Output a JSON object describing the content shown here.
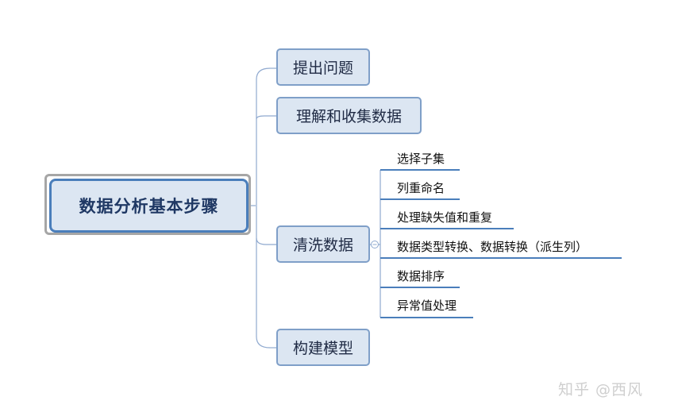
{
  "root": {
    "label": "数据分析基本步骤"
  },
  "branches": [
    {
      "label": "提出问题"
    },
    {
      "label": "理解和收集数据"
    },
    {
      "label": "清洗数据"
    },
    {
      "label": "构建模型"
    }
  ],
  "cleaning_steps": [
    {
      "label": "选择子集"
    },
    {
      "label": "列重命名"
    },
    {
      "label": "处理缺失值和重复"
    },
    {
      "label": "数据类型转换、数据转换（派生列）"
    },
    {
      "label": "数据排序"
    },
    {
      "label": "异常值处理"
    }
  ],
  "watermark": {
    "label": "知乎 @西风"
  },
  "colors": {
    "node_fill": "#dce6f2",
    "root_border": "#4a7ebb",
    "branch_border": "#7f9fc8",
    "connector": "#8fa9cf",
    "leaf_underline": "#4a7ebb"
  }
}
